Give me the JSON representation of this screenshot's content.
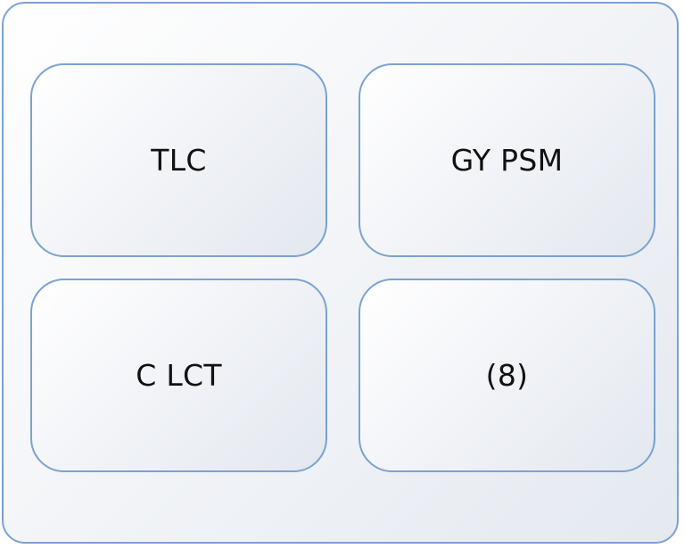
{
  "diagram": {
    "colors": {
      "border": "#7ba2d1",
      "text": "#111111",
      "fill_light": "#ffffff",
      "fill_dark": "#e3e8ef"
    },
    "cells": [
      {
        "label": "TLC"
      },
      {
        "label": "GY PSM"
      },
      {
        "label": "C LCT"
      },
      {
        "label": "(8)"
      }
    ]
  }
}
